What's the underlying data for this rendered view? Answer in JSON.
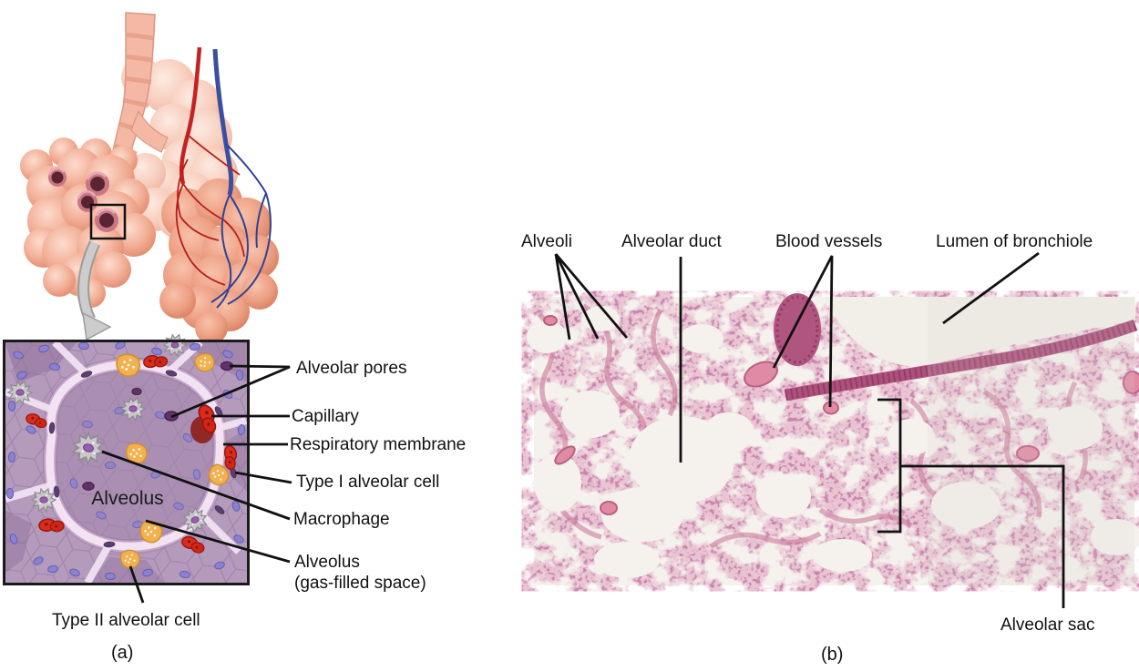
{
  "figure": {
    "panel_a": {
      "caption": "(a)",
      "inset_label": "Alveolus",
      "callouts": {
        "alveolar_pores": "Alveolar pores",
        "capillary": "Capillary",
        "respiratory_membrane": "Respiratory membrane",
        "type_i_cell": "Type I alveolar cell",
        "macrophage": "Macrophage",
        "alveolus_line1": "Alveolus",
        "alveolus_line2": "(gas-filled space)",
        "type_ii_cell": "Type II alveolar cell"
      }
    },
    "panel_b": {
      "caption": "(b)",
      "callouts": {
        "alveoli": "Alveoli",
        "alveolar_duct": "Alveolar duct",
        "blood_vessels": "Blood vessels",
        "lumen_of_bronchiole": "Lumen of bronchiole",
        "alveolar_sac": "Alveolar sac"
      }
    },
    "palette": {
      "label_text": "#111111",
      "leader_line": "#111111",
      "illustration_salmon": "#efa189",
      "artery_red": "#c32222",
      "vein_blue": "#3a4f9f",
      "inset_lavender": "#b49bbc",
      "membrane_pink": "#f2e2f2",
      "capillary_red": "#d22818",
      "type_ii_orange": "#f2b14e",
      "macrophage_gray": "#c9c7ca",
      "micrograph_background": "#f5f2ee",
      "micrograph_tissue_pink": "#d18ca6",
      "micrograph_nuclei": "#943a6b"
    }
  }
}
